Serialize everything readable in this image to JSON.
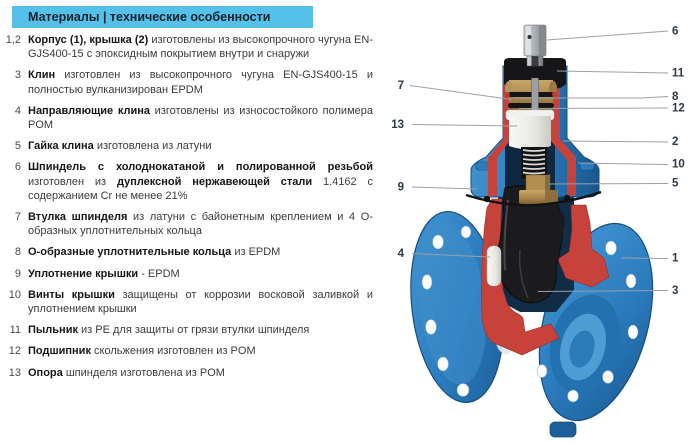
{
  "header": {
    "title": "Материалы | технические особенности",
    "bg_color": "#55c1e9",
    "text_color": "#13232e"
  },
  "list": {
    "items": [
      {
        "num": "1,2",
        "segments": [
          {
            "t": "Корпус (1), крышка (2)",
            "b": true
          },
          {
            "t": " изготовлены из высокопрочного чугуна EN-GJS400-15 с эпоксидным покрытием внутри и снаружи",
            "b": false
          }
        ]
      },
      {
        "num": "3",
        "segments": [
          {
            "t": "Клин",
            "b": true
          },
          {
            "t": " изготовлен из высокопрочного чугуна EN-GJS400-15 и полностью вулканизирован EPDM",
            "b": false
          }
        ]
      },
      {
        "num": "4",
        "segments": [
          {
            "t": "Направляющие клина",
            "b": true
          },
          {
            "t": " изготовлены из износостойкого полимера POM",
            "b": false
          }
        ]
      },
      {
        "num": "5",
        "segments": [
          {
            "t": "Гайка клина",
            "b": true
          },
          {
            "t": " изготовлена из латуни",
            "b": false
          }
        ]
      },
      {
        "num": "6",
        "segments": [
          {
            "t": "Шпиндель с холоднокатаной и полированной резьбой",
            "b": true
          },
          {
            "t": " изготовлен из ",
            "b": false
          },
          {
            "t": "дуплексной нержавеющей стали",
            "b": true
          },
          {
            "t": " 1.4162 с содержанием Cr не менее 21%",
            "b": false
          }
        ]
      },
      {
        "num": "7",
        "segments": [
          {
            "t": "Втулка шпинделя",
            "b": true
          },
          {
            "t": " из латуни с байонетным креплением и 4 О-образных уплотнительных кольца",
            "b": false
          }
        ]
      },
      {
        "num": "8",
        "segments": [
          {
            "t": "О-образные уплотнительные кольца",
            "b": true
          },
          {
            "t": " из EPDM",
            "b": false
          }
        ]
      },
      {
        "num": "9",
        "segments": [
          {
            "t": "Уплотнение крышки",
            "b": true
          },
          {
            "t": " - EPDM",
            "b": false
          }
        ]
      },
      {
        "num": "10",
        "segments": [
          {
            "t": "Винты крышки",
            "b": true
          },
          {
            "t": " защищены от коррозии восковой заливкой и уплотнением крышки",
            "b": false
          }
        ]
      },
      {
        "num": "11",
        "segments": [
          {
            "t": "Пыльник",
            "b": true
          },
          {
            "t": " из PE для защиты от грязи втулки шпинделя",
            "b": false
          }
        ]
      },
      {
        "num": "12",
        "segments": [
          {
            "t": "Подшипник",
            "b": true
          },
          {
            "t": " скольжения изготовлен из POM",
            "b": false
          }
        ]
      },
      {
        "num": "13",
        "segments": [
          {
            "t": "Опора",
            "b": true
          },
          {
            "t": " шпинделя изготовлена из POM",
            "b": false
          }
        ]
      }
    ]
  },
  "figure": {
    "callouts": {
      "c1": "1",
      "c2": "2",
      "c3": "3",
      "c4": "4",
      "c5": "5",
      "c6": "6",
      "c7": "7",
      "c8": "8",
      "c9": "9",
      "c10": "10",
      "c11": "11",
      "c12": "12",
      "c13": "13"
    },
    "colors": {
      "body_blue": "#2b7cbe",
      "cut_red": "#c7423a",
      "brass": "#b18e51",
      "rubber_black": "#1b1b1d",
      "polymer_white": "#efefeb",
      "metal_grey": "#a9aeb4"
    }
  }
}
